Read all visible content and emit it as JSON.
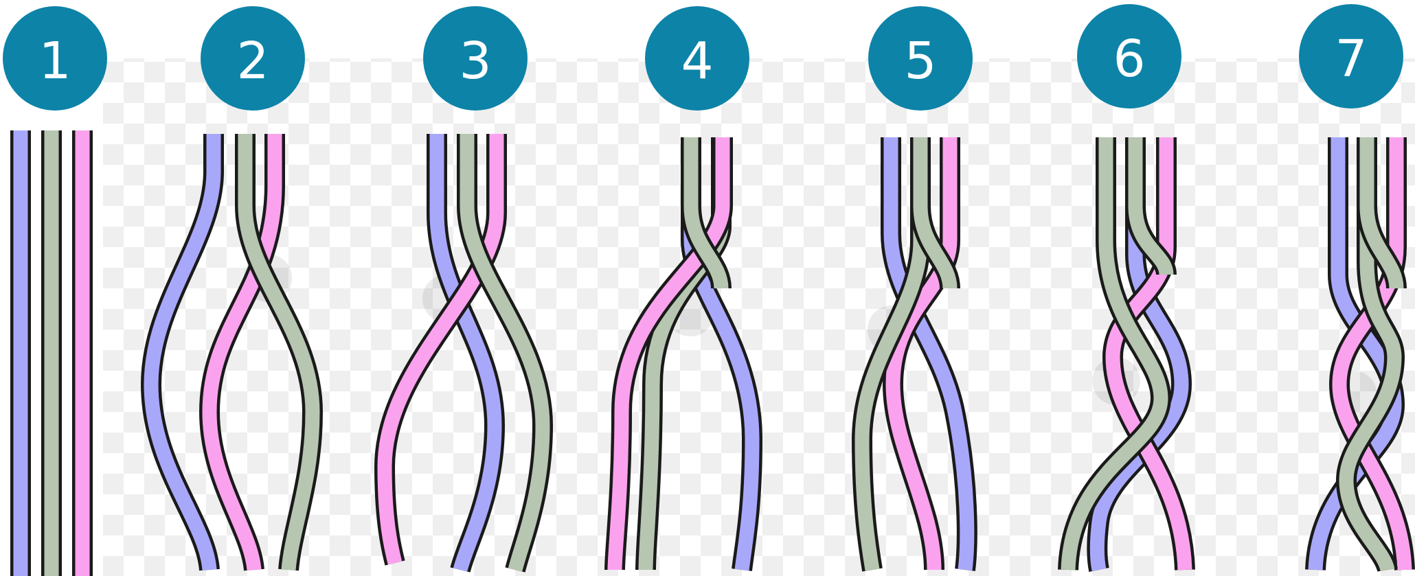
{
  "steps": [
    {
      "label": "1"
    },
    {
      "label": "2"
    },
    {
      "label": "3"
    },
    {
      "label": "4"
    },
    {
      "label": "5"
    },
    {
      "label": "6"
    },
    {
      "label": "7"
    }
  ],
  "colors": {
    "badge": "#0d83a8",
    "strand_blue": "#a8a8fb",
    "strand_green": "#b6c6b0",
    "strand_pink": "#fba2ee",
    "outline": "#1a1a1a",
    "checker_light": "#ffffff",
    "checker_dark": "#efefef"
  }
}
